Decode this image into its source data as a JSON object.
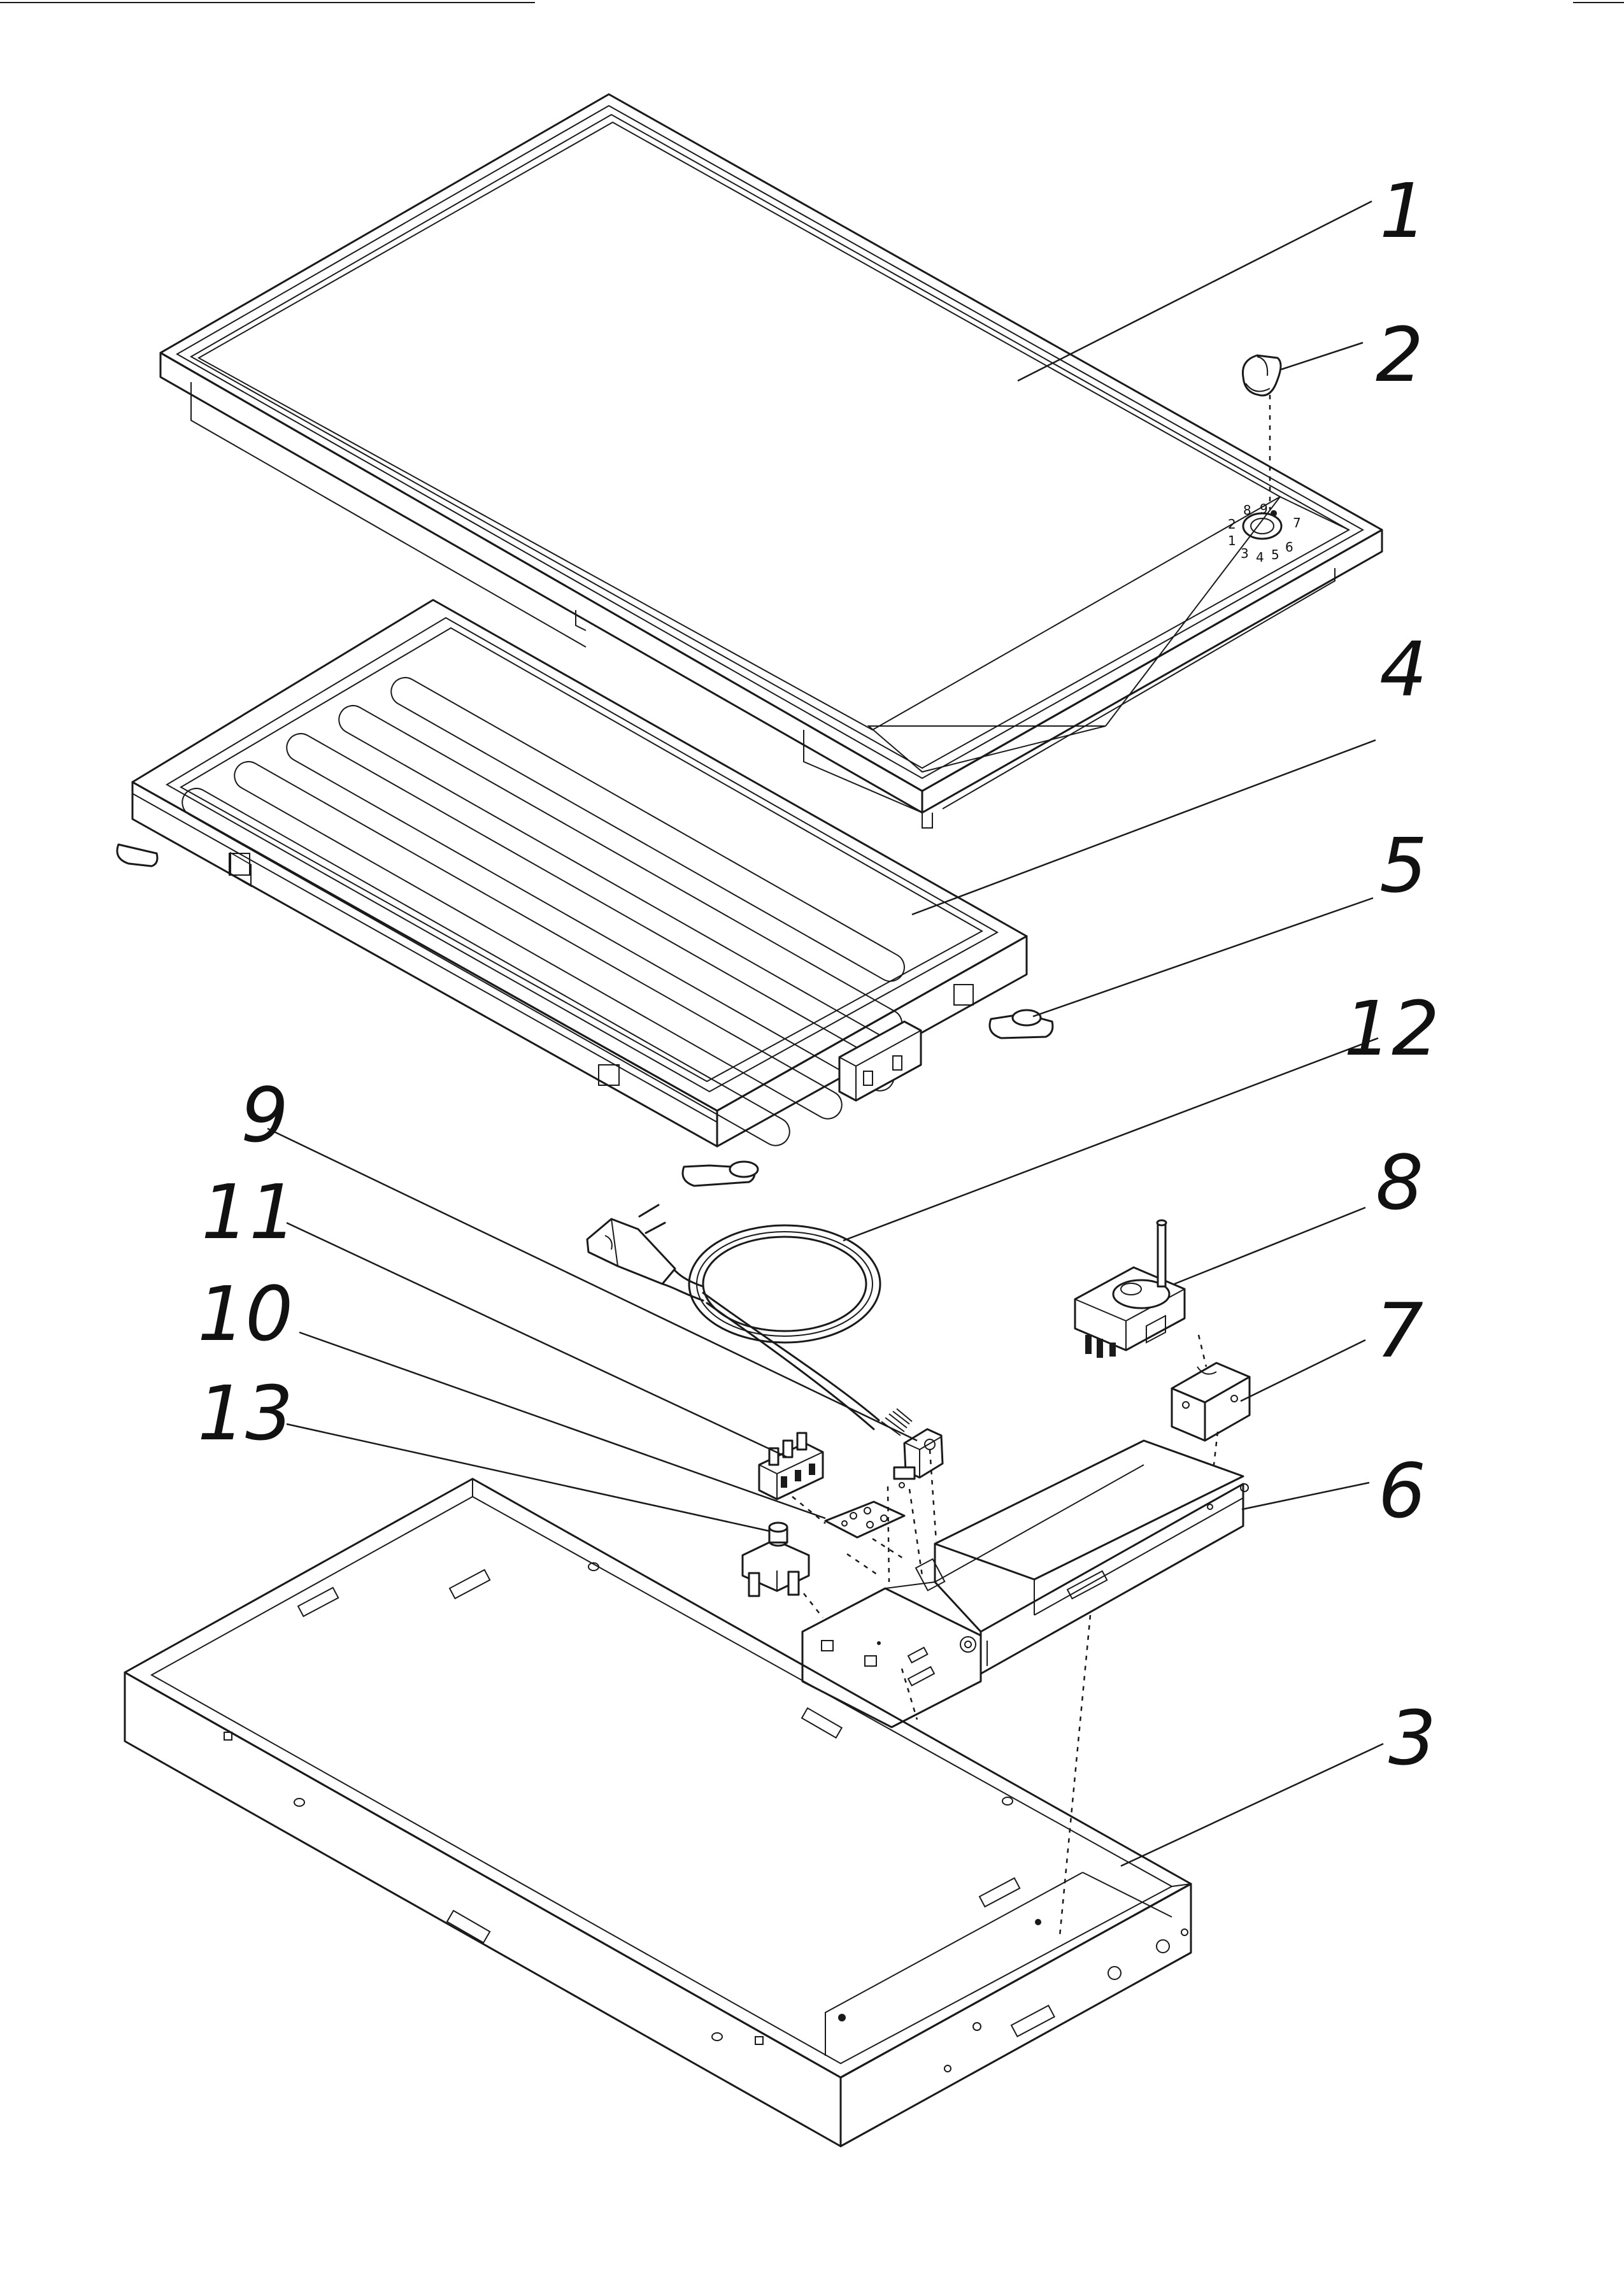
{
  "callouts": [
    {
      "id": "1",
      "label": "1"
    },
    {
      "id": "2",
      "label": "2"
    },
    {
      "id": "3",
      "label": "3"
    },
    {
      "id": "4",
      "label": "4"
    },
    {
      "id": "5",
      "label": "5"
    },
    {
      "id": "6",
      "label": "6"
    },
    {
      "id": "7",
      "label": "7"
    },
    {
      "id": "8",
      "label": "8"
    },
    {
      "id": "9",
      "label": "9"
    },
    {
      "id": "10",
      "label": "10"
    },
    {
      "id": "11",
      "label": "11"
    },
    {
      "id": "12",
      "label": "12"
    },
    {
      "id": "13",
      "label": "13"
    }
  ],
  "dial_marks": [
    "1",
    "2",
    "3",
    "4",
    "5",
    "6",
    "7",
    "8",
    "9"
  ]
}
